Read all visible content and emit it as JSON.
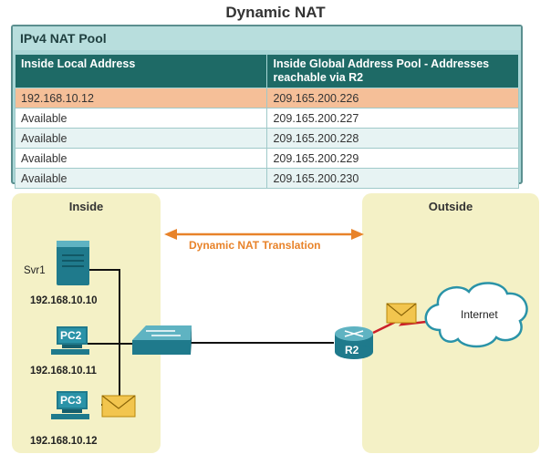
{
  "title": "Dynamic NAT",
  "pool": {
    "heading": "IPv4 NAT Pool",
    "columns": [
      "Inside Local Address",
      "Inside Global Address Pool - Addresses reachable via R2"
    ],
    "rows": [
      [
        "192.168.10.12",
        "209.165.200.226"
      ],
      [
        "Available",
        "209.165.200.227"
      ],
      [
        "Available",
        "209.165.200.228"
      ],
      [
        "Available",
        "209.165.200.229"
      ],
      [
        "Available",
        "209.165.200.230"
      ]
    ]
  },
  "topology": {
    "inside_label": "Inside",
    "outside_label": "Outside",
    "translation_label": "Dynamic NAT Translation",
    "svr1": {
      "name": "Svr1",
      "ip": "192.168.10.10"
    },
    "pc2": {
      "name": "PC2",
      "ip": "192.168.10.11"
    },
    "pc3": {
      "name": "PC3",
      "ip": "192.168.10.12"
    },
    "router": {
      "name": "R2"
    },
    "cloud": {
      "name": "Internet"
    }
  },
  "colors": {
    "zone": "#f4f1c6",
    "table_header": "#1e6a66",
    "highlight_row": "#f5bf98",
    "arrow": "#e8832a",
    "device": "#1f7a8c"
  }
}
